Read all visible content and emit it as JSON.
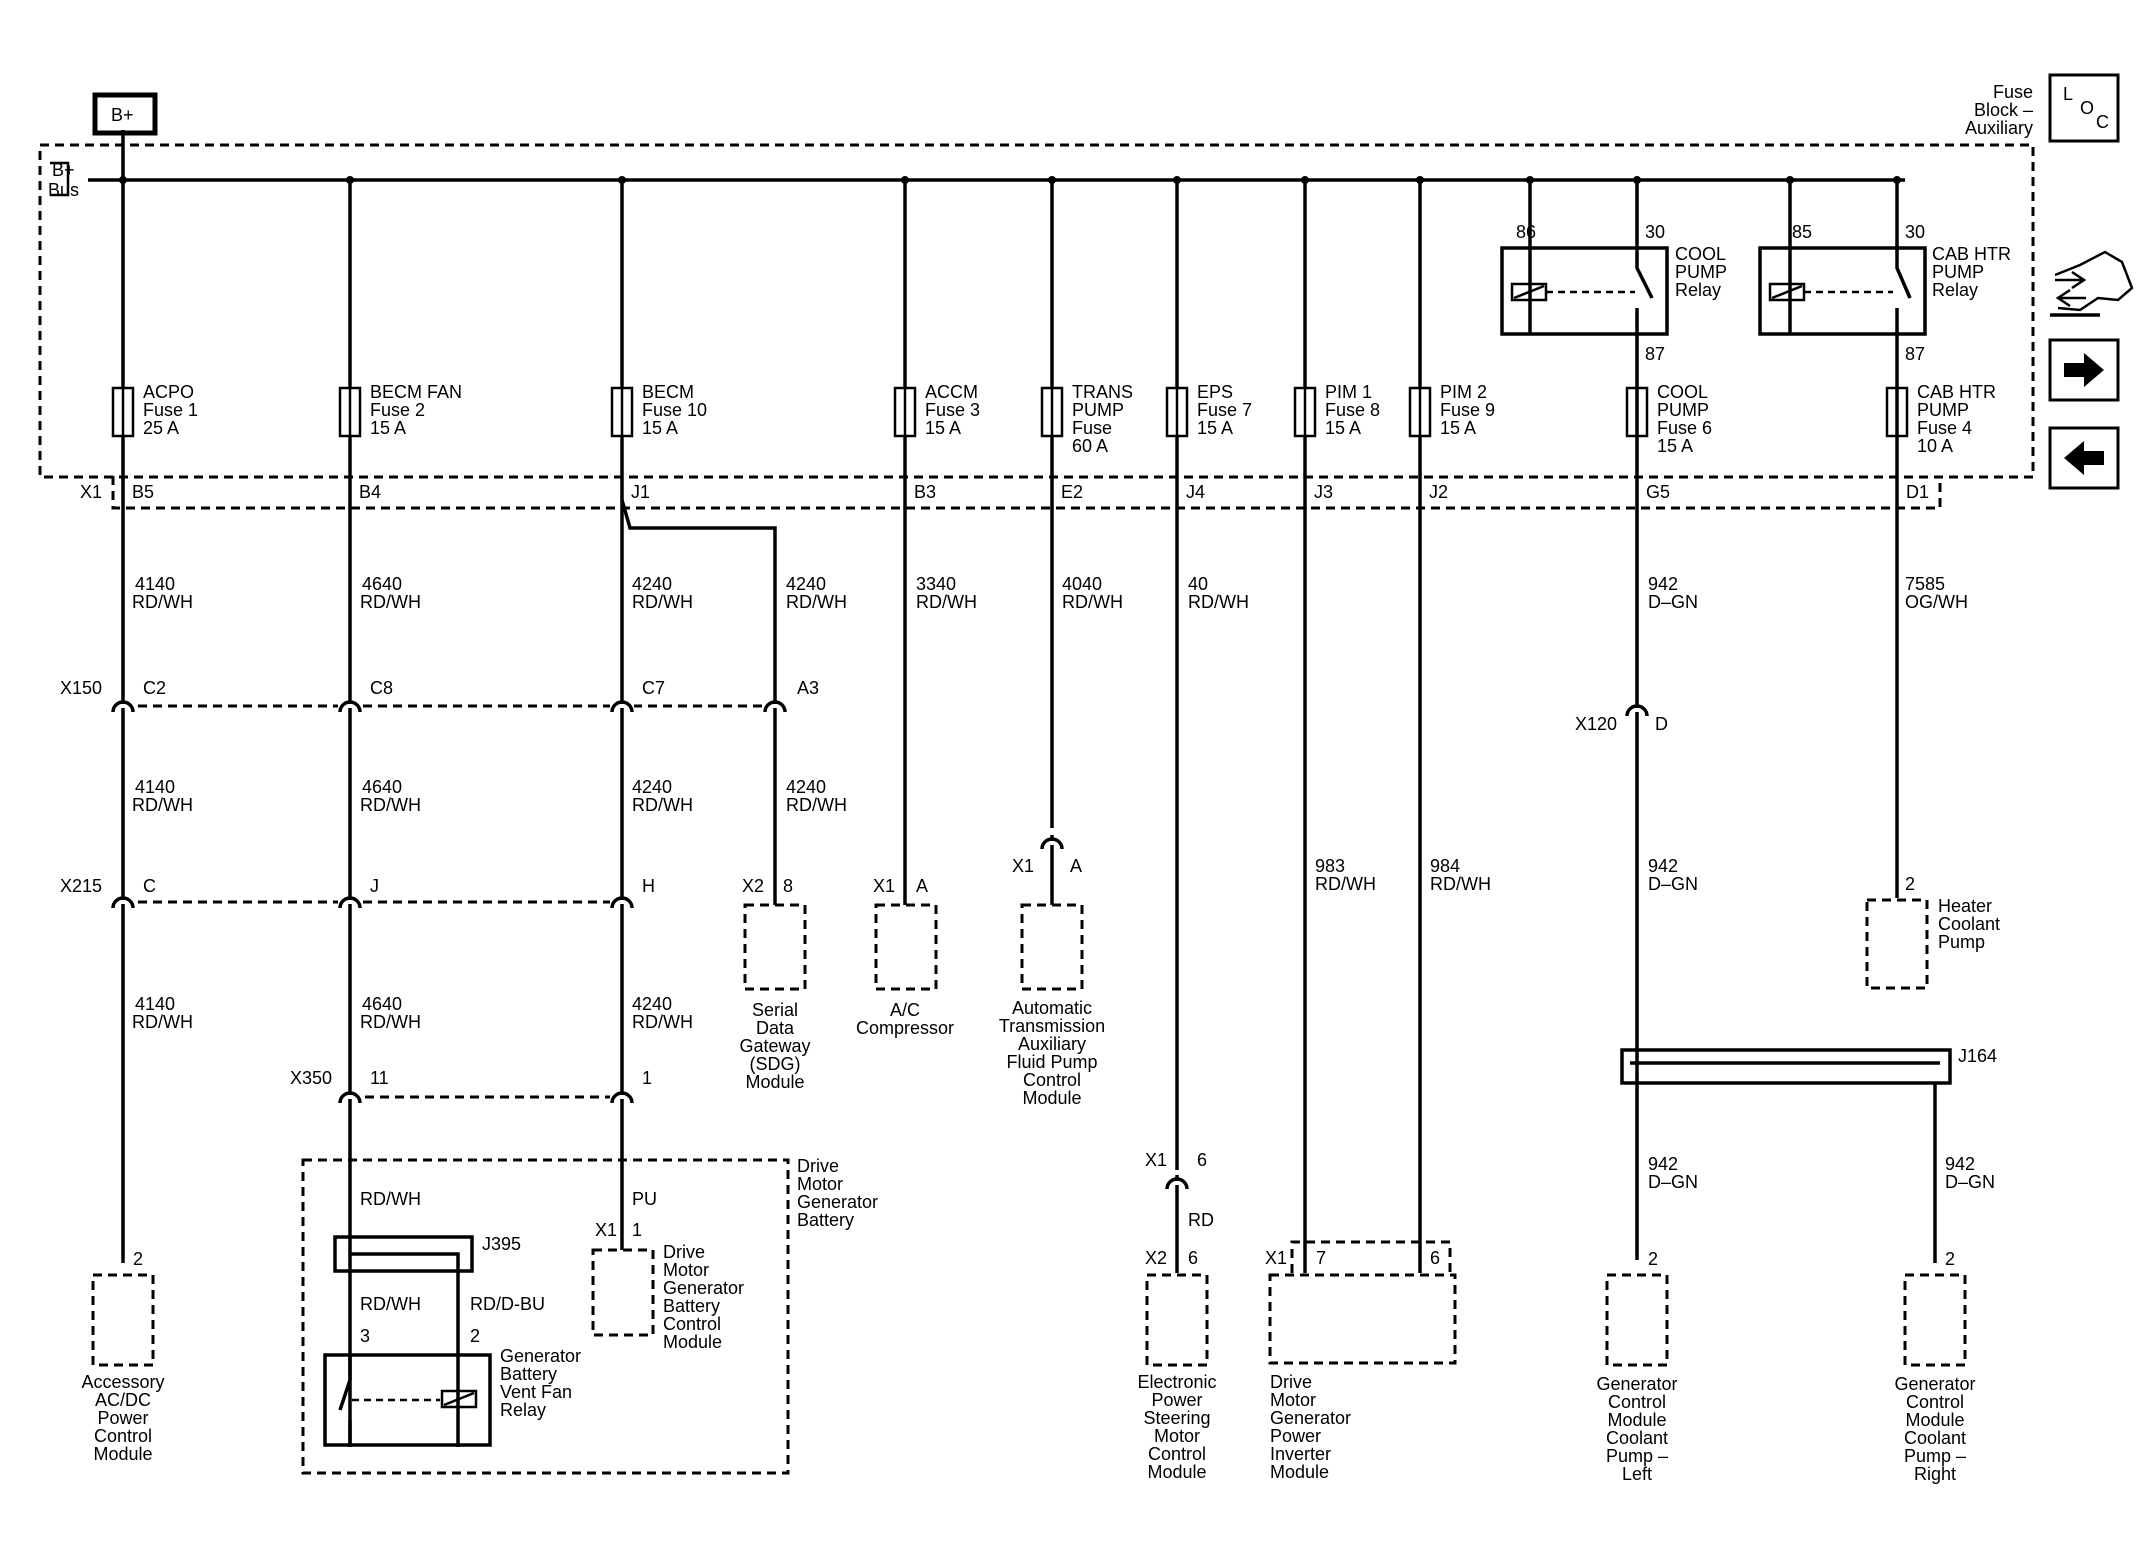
{
  "header": {
    "bplus": "B+",
    "fuse_block": [
      "Fuse",
      "Block –",
      "Auxiliary"
    ],
    "loc": [
      "L",
      "O",
      "C"
    ],
    "bus": [
      "B+",
      "Bus"
    ],
    "x1": "X1"
  },
  "fuses": [
    {
      "pin": "B5",
      "lines": [
        "ACPO",
        "Fuse 1",
        "25 A"
      ]
    },
    {
      "pin": "B4",
      "lines": [
        "BECM FAN",
        "Fuse 2",
        "15 A"
      ]
    },
    {
      "pin": "J1",
      "lines": [
        "BECM",
        "Fuse 10",
        "15 A"
      ]
    },
    {
      "pin": "B3",
      "lines": [
        "ACCM",
        "Fuse 3",
        "15 A"
      ]
    },
    {
      "pin": "E2",
      "lines": [
        "TRANS",
        "PUMP",
        "Fuse",
        "60 A"
      ]
    },
    {
      "pin": "J4",
      "lines": [
        "EPS",
        "Fuse 7",
        "15 A"
      ]
    },
    {
      "pin": "J3",
      "lines": [
        "PIM 1",
        "Fuse 8",
        "15 A"
      ]
    },
    {
      "pin": "J2",
      "lines": [
        "PIM 2",
        "Fuse 9",
        "15 A"
      ]
    },
    {
      "pin": "G5",
      "lines": [
        "COOL",
        "PUMP",
        "Fuse 6",
        "15 A"
      ]
    },
    {
      "pin": "D1",
      "lines": [
        "CAB HTR",
        "PUMP",
        "Fuse 4",
        "10 A"
      ]
    }
  ],
  "relays": [
    {
      "pins": [
        "86",
        "30",
        "87"
      ],
      "lines": [
        "COOL",
        "PUMP",
        "Relay"
      ]
    },
    {
      "pins": [
        "85",
        "30",
        "87"
      ],
      "lines": [
        "CAB HTR",
        "PUMP",
        "Relay"
      ]
    }
  ],
  "wires": {
    "w4140": [
      "4140",
      "RD/WH"
    ],
    "w4640": [
      "4640",
      "RD/WH"
    ],
    "w4240": [
      "4240",
      "RD/WH"
    ],
    "w3340": [
      "3340",
      "RD/WH"
    ],
    "w4040": [
      "4040",
      "RD/WH"
    ],
    "w40": [
      "40",
      "RD/WH"
    ],
    "w942": [
      "942",
      "D–GN"
    ],
    "w7585": [
      "7585",
      "OG/WH"
    ],
    "w983": [
      "983",
      "RD/WH"
    ],
    "w984": [
      "984",
      "RD/WH"
    ],
    "rdwh": "RD/WH",
    "pu": "PU",
    "rd": "RD",
    "rddbu": "RD/D-BU"
  },
  "connectors": {
    "x150": "X150",
    "x150_pins": [
      "C2",
      "C8",
      "C7",
      "A3"
    ],
    "x215": "X215",
    "x215_pins": [
      "C",
      "J",
      "H"
    ],
    "x350": "X350",
    "x350_pins": [
      "11",
      "1"
    ],
    "x120": "X120",
    "x120_pin": "D",
    "x1": "X1",
    "x2": "X2",
    "j164": "J164",
    "j395": "J395"
  },
  "pins": {
    "p2": "2",
    "p8": "8",
    "pA": "A",
    "p1": "1",
    "p6": "6",
    "p7": "7",
    "p3": "3"
  },
  "components": {
    "accessory": [
      "Accessory",
      "AC/DC",
      "Power",
      "Control",
      "Module"
    ],
    "sdg": [
      "Serial",
      "Data",
      "Gateway",
      "(SDG)",
      "Module"
    ],
    "ac": [
      "A/C",
      "Compressor"
    ],
    "trans": [
      "Automatic",
      "Transmission",
      "Auxiliary",
      "Fluid Pump",
      "Control",
      "Module"
    ],
    "heater": [
      "Heater",
      "Coolant",
      "Pump"
    ],
    "dmgb": [
      "Drive",
      "Motor",
      "Generator",
      "Battery"
    ],
    "dmgbcm": [
      "Drive",
      "Motor",
      "Generator",
      "Battery",
      "Control",
      "Module"
    ],
    "gbvfr": [
      "Generator",
      "Battery",
      "Vent Fan",
      "Relay"
    ],
    "eps": [
      "Electronic",
      "Power",
      "Steering",
      "Motor",
      "Control",
      "Module"
    ],
    "pim": [
      "Drive",
      "Motor",
      "Generator",
      "Power",
      "Inverter",
      "Module"
    ],
    "gcmL": [
      "Generator",
      "Control",
      "Module",
      "Coolant",
      "Pump –",
      "Left"
    ],
    "gcmR": [
      "Generator",
      "Control",
      "Module",
      "Coolant",
      "Pump –",
      "Right"
    ]
  },
  "nav_icons": [
    "wiring-icon",
    "arrow-right-icon",
    "arrow-left-icon"
  ]
}
